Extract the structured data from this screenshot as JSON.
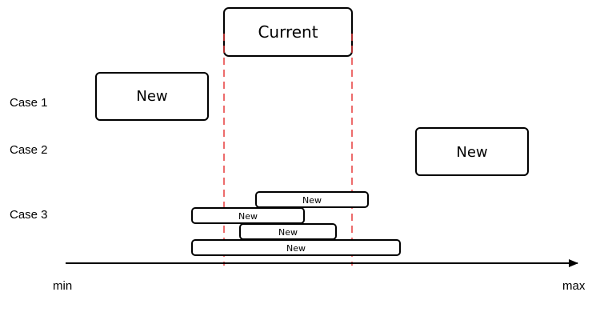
{
  "current": {
    "label": "Current"
  },
  "cases": {
    "case1": {
      "label": "Case 1",
      "box": "New"
    },
    "case2": {
      "label": "Case 2",
      "box": "New"
    },
    "case3": {
      "label": "Case 3",
      "boxes": [
        "New",
        "New",
        "New",
        "New"
      ]
    }
  },
  "axis": {
    "min": "min",
    "max": "max"
  },
  "colors": {
    "boundary": "#e63b3b",
    "stroke": "#000000"
  }
}
